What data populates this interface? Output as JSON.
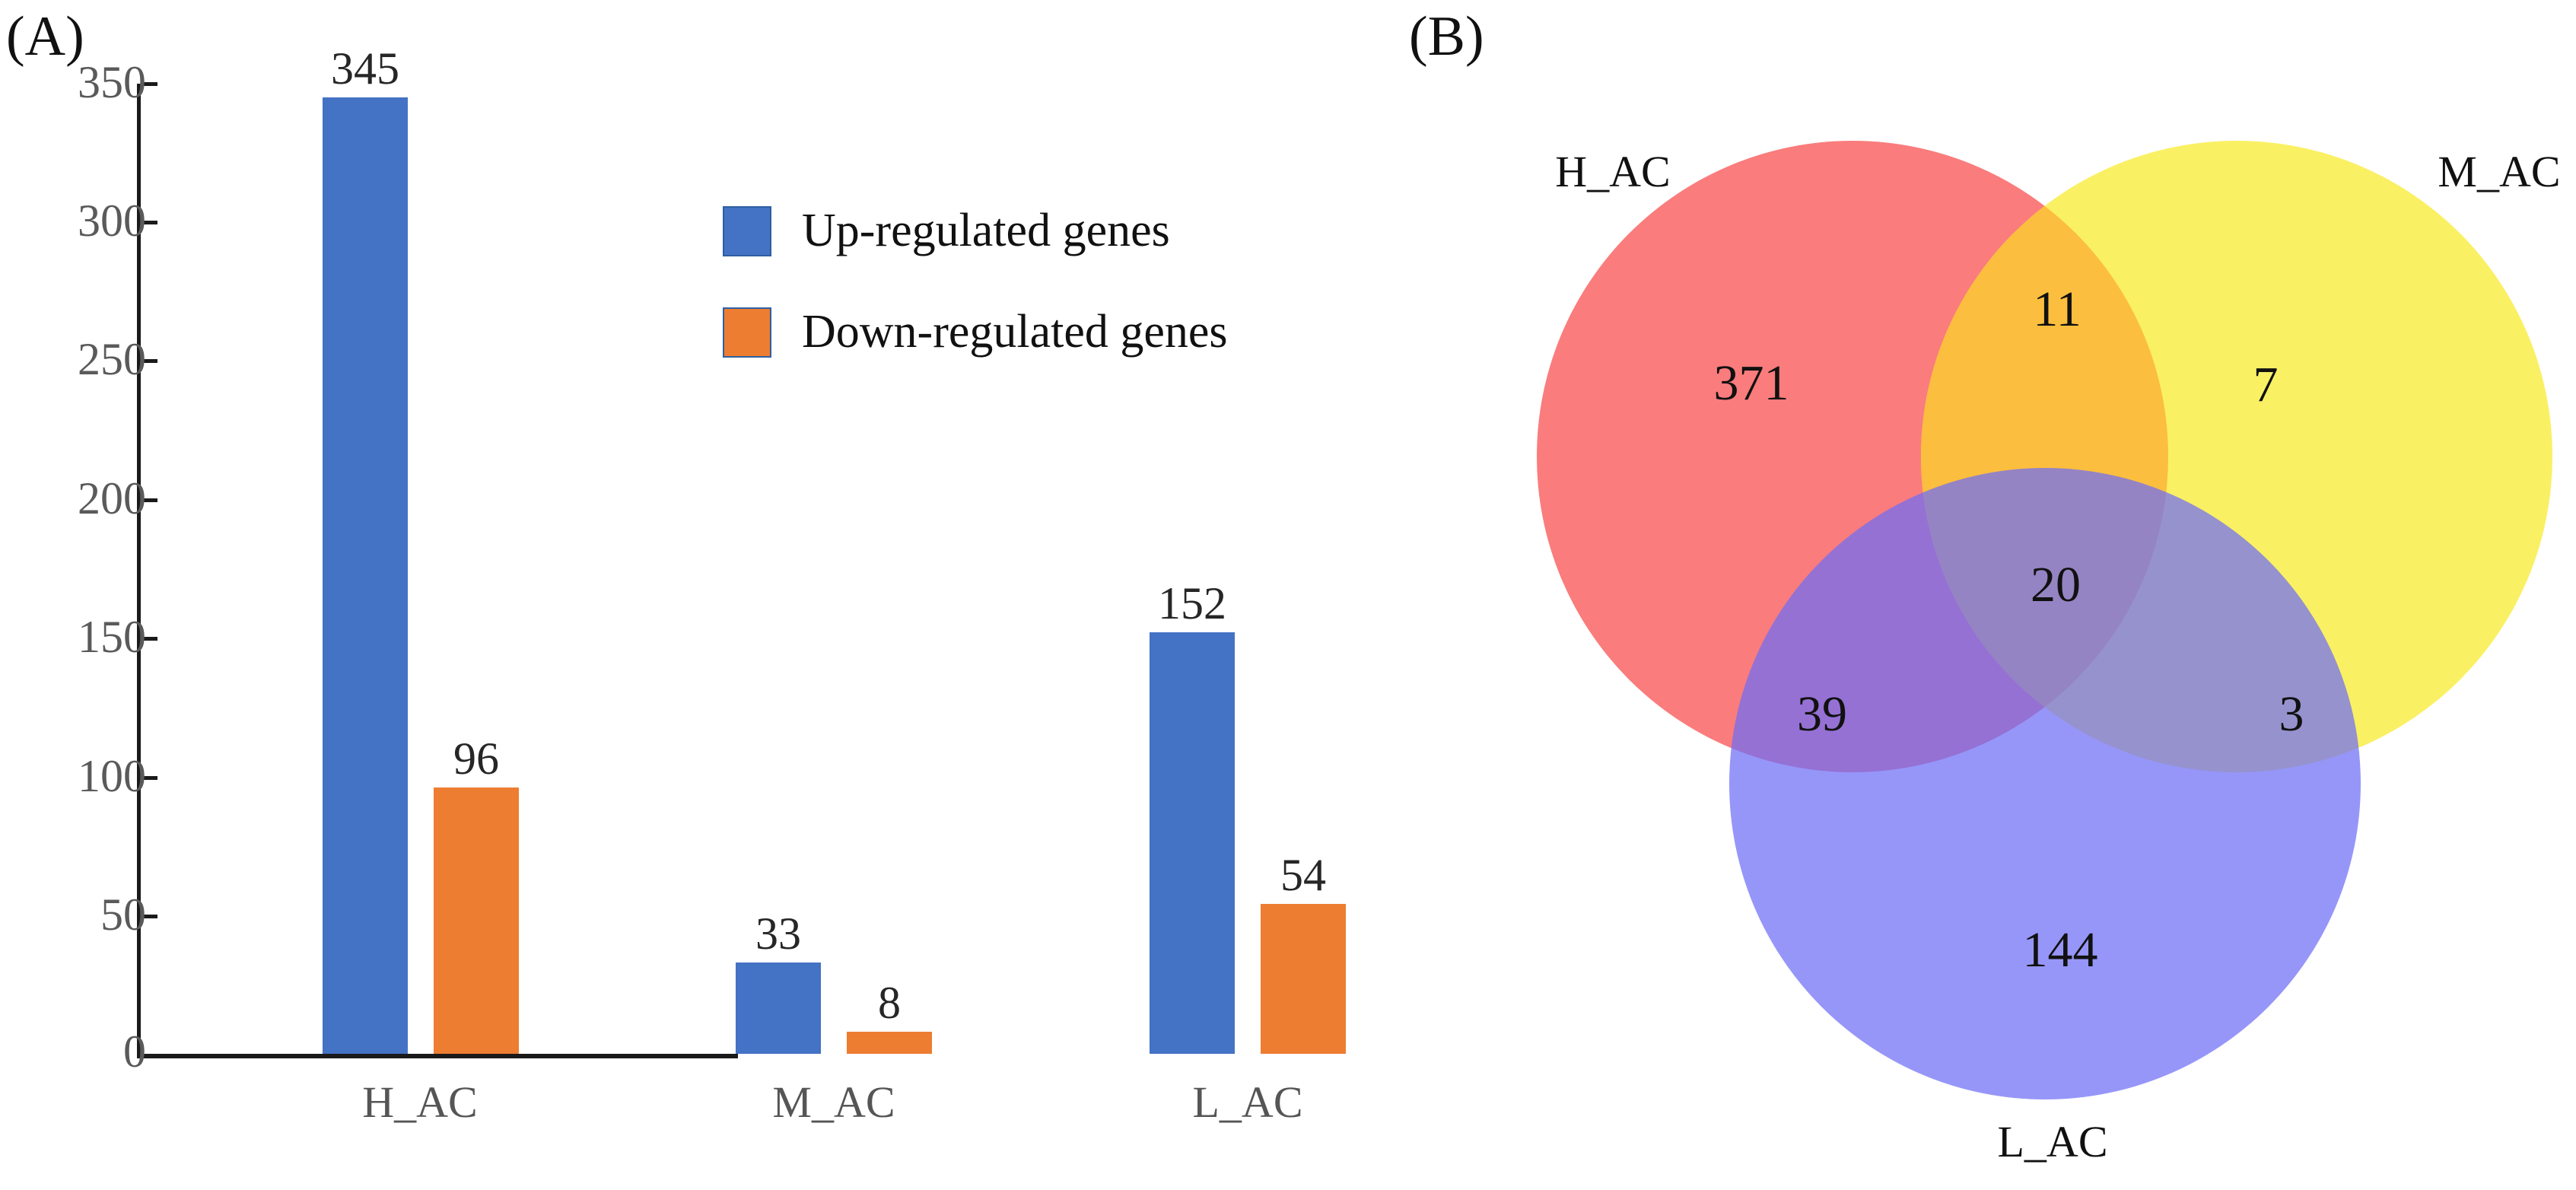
{
  "figure": {
    "panel_a_letter": "(A)",
    "panel_b_letter": "(B)"
  },
  "chart_data": [
    {
      "type": "bar",
      "panel": "(A)",
      "title": "",
      "xlabel": "",
      "ylabel": "",
      "categories": [
        "H_AC",
        "M_AC",
        "L_AC"
      ],
      "series": [
        {
          "name": "Up-regulated genes",
          "values": [
            345,
            33,
            152
          ],
          "color": "#4472C4"
        },
        {
          "name": "Down-regulated genes",
          "values": [
            96,
            8,
            54
          ],
          "color": "#ED7D31"
        }
      ],
      "ylim": [
        0,
        350
      ],
      "yticks": [
        0,
        50,
        100,
        150,
        200,
        250,
        300,
        350
      ],
      "ytick_labels": [
        "0",
        "50",
        "100",
        "150",
        "200",
        "250",
        "300",
        "350"
      ],
      "grid": false,
      "legend_position": "upper-center",
      "data_labels": [
        "345",
        "96",
        "33",
        "8",
        "152",
        "54"
      ]
    },
    {
      "type": "venn",
      "panel": "(B)",
      "sets": [
        "H_AC",
        "M_AC",
        "L_AC"
      ],
      "set_colors": {
        "H_AC": "#FA7C7C",
        "M_AC": "#FAF064",
        "L_AC": "#7B7BFA"
      },
      "regions": [
        {
          "key": "H_AC only",
          "label": "371",
          "value": 371
        },
        {
          "key": "M_AC only",
          "label": "7",
          "value": 7
        },
        {
          "key": "L_AC only",
          "label": "144",
          "value": 144
        },
        {
          "key": "H_AC & M_AC",
          "label": "11",
          "value": 11
        },
        {
          "key": "H_AC & L_AC",
          "label": "39",
          "value": 39
        },
        {
          "key": "M_AC & L_AC",
          "label": "3",
          "value": 3
        },
        {
          "key": "H_AC & M_AC & L_AC",
          "label": "20",
          "value": 20
        }
      ]
    }
  ],
  "panel_a": {
    "yticks": [
      {
        "label": "350",
        "value": 350
      },
      {
        "label": "300",
        "value": 300
      },
      {
        "label": "250",
        "value": 250
      },
      {
        "label": "200",
        "value": 200
      },
      {
        "label": "150",
        "value": 150
      },
      {
        "label": "100",
        "value": 100
      },
      {
        "label": "50",
        "value": 50
      },
      {
        "label": "0",
        "value": 0
      }
    ],
    "groups": [
      {
        "label": "H_AC",
        "up": "345",
        "down": "96"
      },
      {
        "label": "M_AC",
        "up": "33",
        "down": "8"
      },
      {
        "label": "L_AC",
        "up": "152",
        "down": "54"
      }
    ],
    "legend": [
      {
        "label": "Up-regulated genes",
        "color": "#4472C4"
      },
      {
        "label": "Down-regulated genes",
        "color": "#ED7D31"
      }
    ]
  },
  "panel_b": {
    "set_labels": {
      "h": "H_AC",
      "m": "M_AC",
      "l": "L_AC"
    },
    "counts": {
      "h_only": "371",
      "m_only": "7",
      "l_only": "144",
      "hm": "11",
      "hl": "39",
      "ml": "3",
      "hml": "20"
    }
  }
}
